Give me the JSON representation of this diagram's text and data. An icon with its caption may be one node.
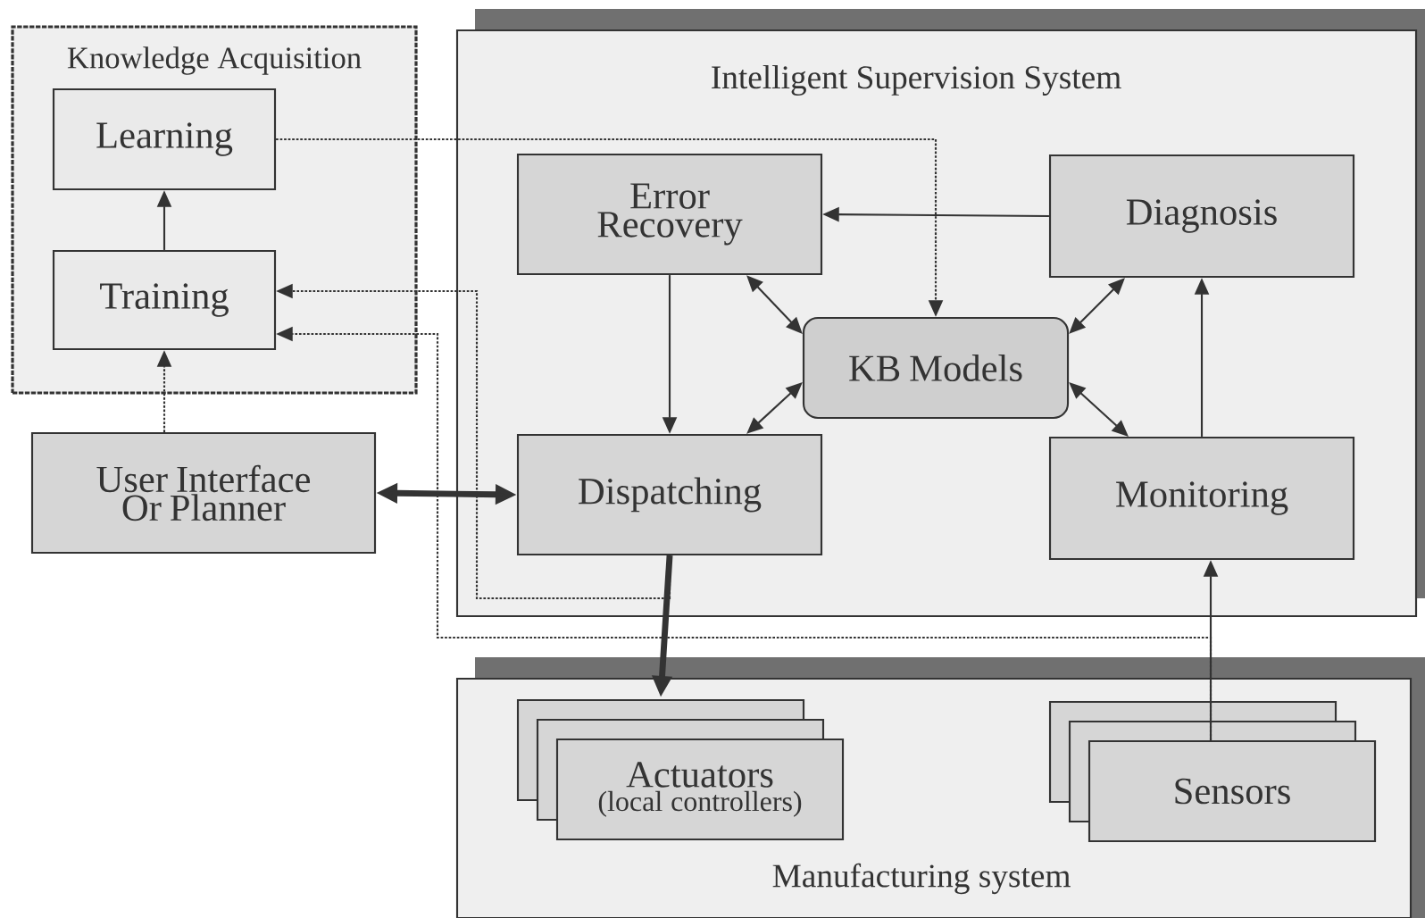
{
  "diagram": {
    "nodes": [
      {
        "text": [
          "Knowledge Acquisition"
        ]
      },
      {
        "text": [
          "Learning"
        ],
        "in": 0
      },
      {
        "text": [
          "Training"
        ],
        "in": 0
      },
      {
        "text": [
          "Intelligent Supervision System"
        ]
      },
      {
        "text": [
          "Error Recovery"
        ],
        "in": 3
      },
      {
        "text": [
          "Diagnosis"
        ],
        "in": 3
      },
      {
        "text": [
          "KB Models"
        ],
        "in": 3
      },
      {
        "text": [
          "User Interface Or Planner"
        ]
      },
      {
        "text": [
          "Dispatching"
        ],
        "in": 3
      },
      {
        "text": [
          "Monitoring"
        ],
        "in": 3
      },
      {
        "text": [
          "Manufacturing system"
        ]
      },
      {
        "text": [
          "Actuators",
          "(local controllers)"
        ],
        "in": 10
      },
      {
        "text": [
          "Sensors"
        ],
        "in": 10
      }
    ],
    "edges": [
      {
        "from": 2,
        "to": 1,
        "arrow": "to"
      },
      {
        "from": 7,
        "to": 2,
        "arrow": "to",
        "style": "dashed"
      },
      {
        "from": 1,
        "to": 6,
        "arrow": "to",
        "style": "dashed"
      },
      {
        "from": 8,
        "to": 2,
        "arrow": "to",
        "style": "dashed"
      },
      {
        "from": 12,
        "to": 2,
        "arrow": "to",
        "style": "dashed"
      },
      {
        "from": 7,
        "to": 8,
        "arrow": "both",
        "style": "thick"
      },
      {
        "from": 5,
        "to": 4,
        "arrow": "to"
      },
      {
        "from": 4,
        "to": 8,
        "arrow": "to"
      },
      {
        "from": 4,
        "to": 6,
        "arrow": "both"
      },
      {
        "from": 5,
        "to": 6,
        "arrow": "both"
      },
      {
        "from": 8,
        "to": 6,
        "arrow": "both"
      },
      {
        "from": 9,
        "to": 6,
        "arrow": "both"
      },
      {
        "from": 9,
        "to": 5,
        "arrow": "to"
      },
      {
        "from": 8,
        "to": 11,
        "arrow": "to",
        "style": "thick"
      },
      {
        "from": 12,
        "to": 9,
        "arrow": "to"
      }
    ]
  }
}
